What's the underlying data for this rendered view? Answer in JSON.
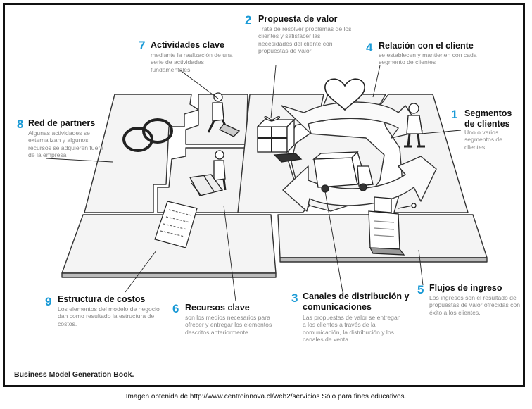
{
  "blocks": [
    {
      "num": "1",
      "title": "Segmentos de clientes",
      "desc": "Uno o varios segmentos de clientes"
    },
    {
      "num": "2",
      "title": "Propuesta de valor",
      "desc": "Trata de resolver problemas de los clientes y satisfacer las necesidades del cliente con propuestas de valor"
    },
    {
      "num": "3",
      "title": "Canales de distribución y comunicaciones",
      "desc": "Las propuestas de valor se entregan a los clientes a través de la comunicación, la distribución y los canales de venta"
    },
    {
      "num": "4",
      "title": "Relación con el cliente",
      "desc": "se establecen y mantienen con cada segmento de clientes"
    },
    {
      "num": "5",
      "title": "Flujos de ingreso",
      "desc": "Los ingresos son el resultado de propuestas de valor ofrecidas con éxito a los clientes."
    },
    {
      "num": "6",
      "title": "Recursos clave",
      "desc": "son los medios necesarios para ofrecer y entregar los elementos descritos anteriormente"
    },
    {
      "num": "7",
      "title": "Actividades clave",
      "desc": "mediante la realización de una serie de actividades fundamentales"
    },
    {
      "num": "8",
      "title": "Red de partners",
      "desc": "Algunas actividades se externalizan y algunos recursos se adquieren fuera de la empresa"
    },
    {
      "num": "9",
      "title": "Estructura de  costos",
      "desc": "Los elementos del modelo de negocio dan como resultado la estructura de costos."
    }
  ],
  "credit": "Business Model Generation Book.",
  "caption": "Imagen obtenida de http://www.centroinnova.cl/web2/servicios Sólo para fines educativos."
}
